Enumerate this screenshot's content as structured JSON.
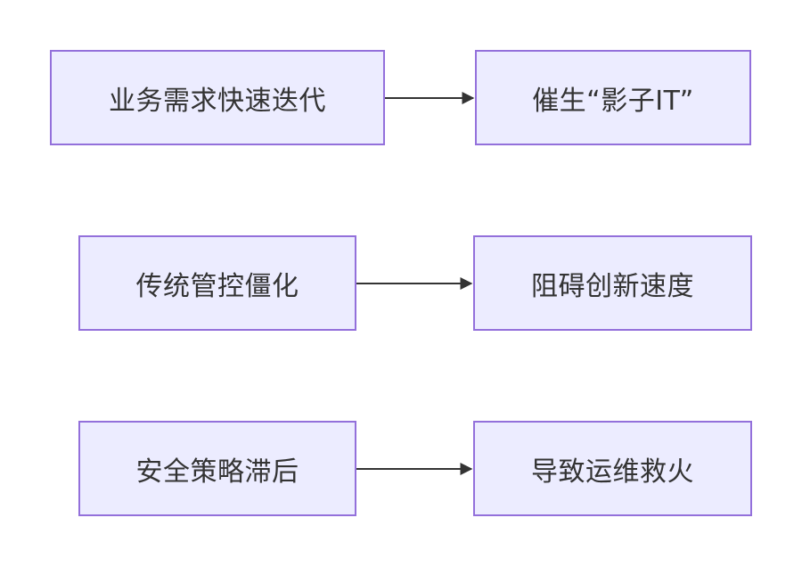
{
  "diagram": {
    "nodes": [
      {
        "id": "n1",
        "label": "业务需求快速迭代"
      },
      {
        "id": "n2",
        "label": "催生“影子IT”"
      },
      {
        "id": "n3",
        "label": "传统管控僵化"
      },
      {
        "id": "n4",
        "label": "阻碍创新速度"
      },
      {
        "id": "n5",
        "label": "安全策略滞后"
      },
      {
        "id": "n6",
        "label": "导致运维救火"
      }
    ],
    "edges": [
      {
        "from": "n1",
        "to": "n2"
      },
      {
        "from": "n3",
        "to": "n4"
      },
      {
        "from": "n5",
        "to": "n6"
      }
    ],
    "colors": {
      "node_fill": "#ECECFF",
      "node_border": "#9370DB",
      "edge": "#333333",
      "text": "#333333"
    }
  }
}
